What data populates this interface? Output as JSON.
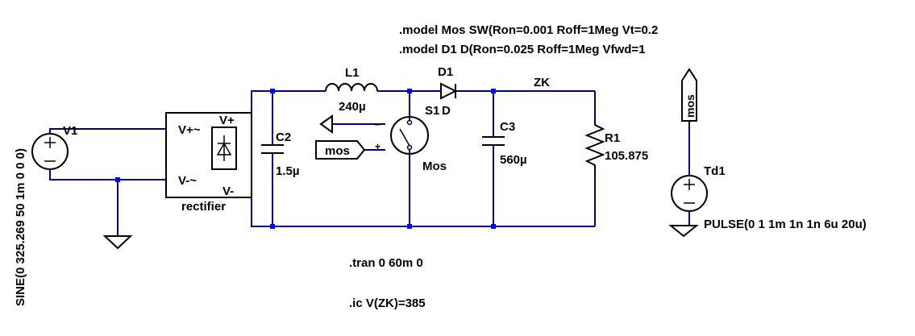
{
  "directives": {
    "model_mos": ".model Mos SW(Ron=0.001 Roff=1Meg Vt=0.2",
    "model_d1": ".model D1 D(Ron=0.025 Roff=1Meg Vfwd=1",
    "tran": ".tran 0 60m 0",
    "ic": ".ic V(ZK)=385"
  },
  "sources": {
    "v1_name": "V1",
    "v1_value": "SINE(0 325.269 50 1m 0 0 0)",
    "td1_name": "Td1",
    "td1_value": "PULSE(0 1 1m 1n 1n 6u 20u)"
  },
  "rectifier": {
    "label": "rectifier",
    "pin_acp": "V+~",
    "pin_acn": "V-~",
    "pin_dcp": "V+",
    "pin_dcn": "V-"
  },
  "components": {
    "c2_name": "C2",
    "c2_value": "1.5µ",
    "l1_name": "L1",
    "l1_value": "240µ",
    "d1_name": "D1",
    "d1_model": "D",
    "s1_name": "S1",
    "s1_model": "Mos",
    "c3_name": "C3",
    "c3_value": "560µ",
    "r1_name": "R1",
    "r1_value": "105.875"
  },
  "nets": {
    "zk": "ZK",
    "mos_label": "mos",
    "mos_flag": "mos",
    "ctrl_minus": "−",
    "ctrl_plus": "+"
  },
  "colors": {
    "wire": "#000080",
    "junction": "#0000ff",
    "component": "#000000",
    "background": "#ffffff"
  }
}
